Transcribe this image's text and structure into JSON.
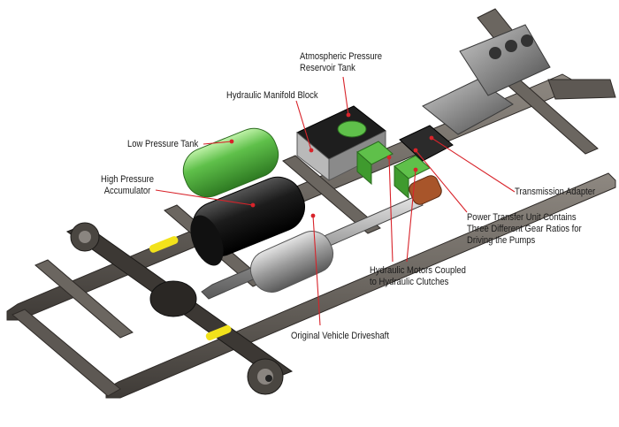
{
  "labels": {
    "atmospheric_tank": [
      "Atmospheric Pressure",
      "Reservoir Tank"
    ],
    "manifold_block": [
      "Hydraulic Manifold Block"
    ],
    "low_pressure_tank": [
      "Low Pressure Tank"
    ],
    "accumulator": [
      "High Pressure",
      "Accumulator"
    ],
    "transmission_adapter": [
      "Transmission Adapter"
    ],
    "power_transfer_unit": [
      "Power Transfer Unit Contains",
      "Three Different Gear Ratios for",
      "Driving the Pumps"
    ],
    "hydraulic_motors": [
      "Hydraulic Motors Coupled",
      "to Hydraulic Clutches"
    ],
    "driveshaft": [
      "Original Vehicle Driveshaft"
    ]
  },
  "colors": {
    "frame": "#6b6660",
    "frame_dark": "#3f3b37",
    "tank_green": "#5fc04a",
    "accumulator": "#1c1c1c",
    "leader": "#d8232a",
    "spring": "#f2e21b"
  }
}
